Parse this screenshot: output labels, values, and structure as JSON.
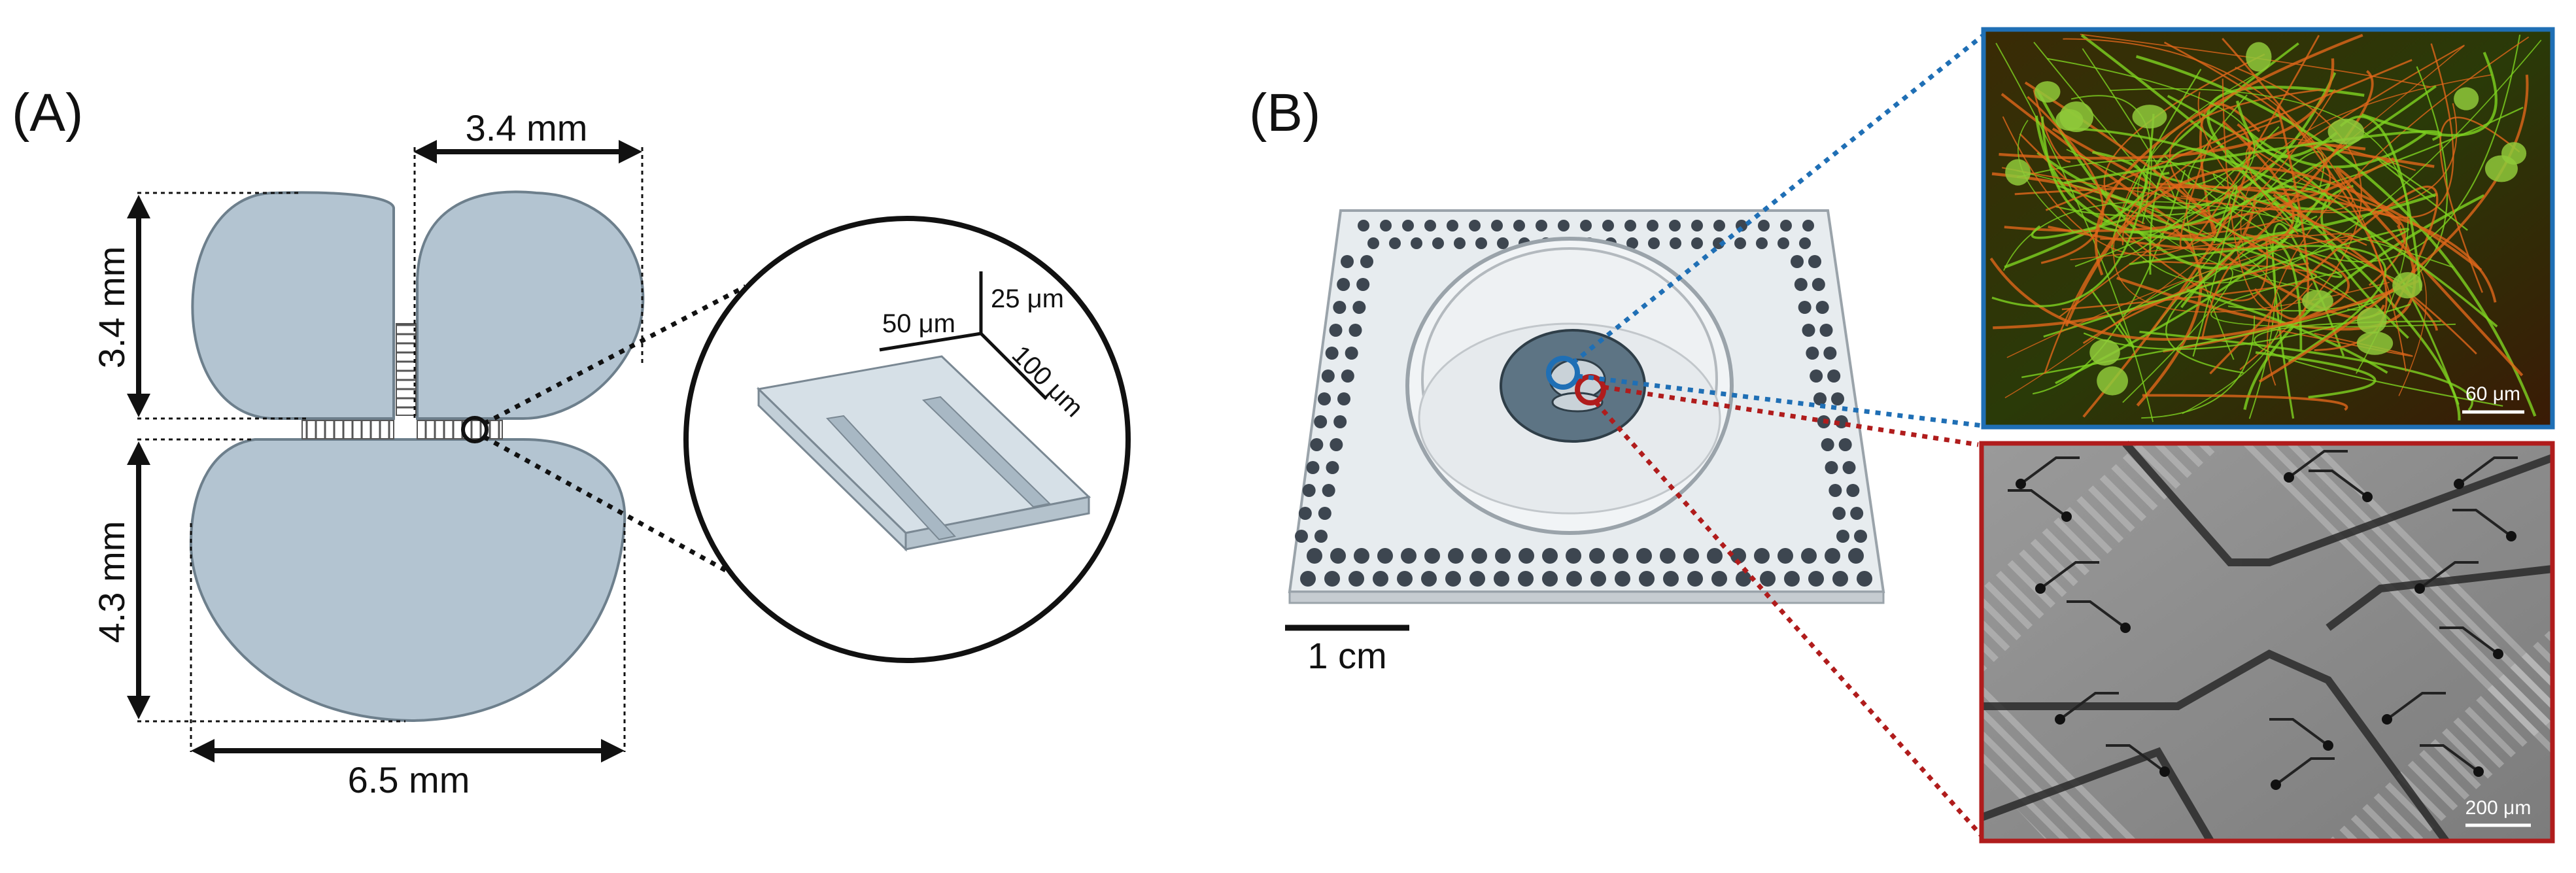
{
  "panels": {
    "a": {
      "label": "(A)",
      "dims": {
        "top_width": "3.4 mm",
        "left_height": "3.4 mm",
        "lower_height": "4.3 mm",
        "bottom_width": "6.5 mm"
      },
      "inset": {
        "x_dim": "50 μm",
        "y_dim": "25 μm",
        "z_dim": "100 μm"
      }
    },
    "b": {
      "label": "(B)",
      "scale_bar": "1 cm",
      "top_image_scale": "60 μm",
      "bottom_image_scale": "200 μm"
    }
  },
  "colors": {
    "chamber_fill": "#b3c4d1",
    "chamber_stroke": "#6d7f8c",
    "blue_marker": "#1f6fb5",
    "red_marker": "#b01c1c",
    "electrode_dots": "#3d4650"
  }
}
